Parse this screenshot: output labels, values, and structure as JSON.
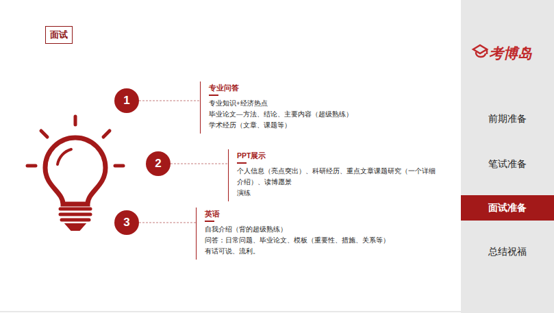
{
  "diagram": {
    "title": "面试",
    "nodes": [
      {
        "text": [
          "1"
        ]
      },
      {
        "text": [
          "专业问答",
          "专业知识+经济热点",
          "毕业论文—方法、结论、主要内容（超级熟练）",
          "学术经历（文章、课题等）"
        ]
      },
      {
        "text": [
          "2"
        ]
      },
      {
        "text": [
          "PPT展示",
          "个人信息（亮点突出）、科研经历、重点文章课题研究（一个详细介绍）、读博愿景",
          "演练"
        ]
      },
      {
        "text": [
          "3"
        ]
      },
      {
        "text": [
          "英语",
          "自我介绍（背的超级熟练）",
          "问答：日常问题、毕业论文、模板（重要性、措施、关系等）",
          "有话可说、流利。"
        ]
      },
      {
        "text": [
          "面试准备"
        ]
      }
    ],
    "edges": [
      {
        "from": 0,
        "to": 1,
        "arrow": "none"
      },
      {
        "from": 2,
        "to": 3,
        "arrow": "none"
      },
      {
        "from": 4,
        "to": 5,
        "arrow": "none"
      }
    ],
    "labels": [
      "考博岛",
      "前期准备",
      "笔试准备",
      "总结祝福"
    ]
  }
}
